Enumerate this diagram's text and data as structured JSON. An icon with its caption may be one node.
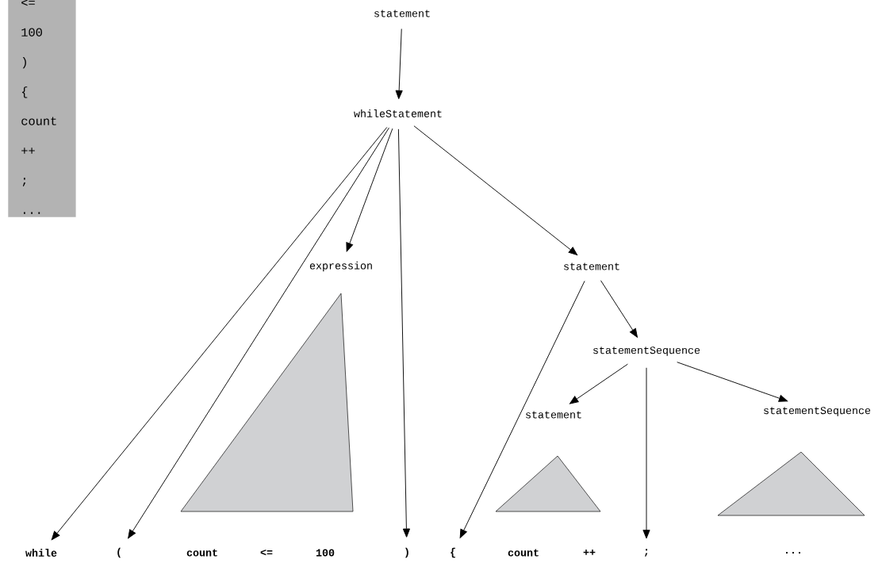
{
  "diagram": {
    "nodes": [
      {
        "text": [
          "<=",
          "100",
          ")",
          "{",
          "count",
          "++",
          ";",
          "..."
        ]
      },
      {
        "text": [
          "statement"
        ]
      },
      {
        "text": [
          "whileStatement"
        ]
      },
      {
        "text": [
          "expression"
        ]
      },
      {
        "text": [
          "statement"
        ]
      },
      {
        "text": [
          "statementSequence"
        ]
      },
      {
        "text": [
          "statement"
        ]
      },
      {
        "text": [
          "statementSequence"
        ]
      },
      {
        "text": [
          "while"
        ]
      },
      {
        "text": [
          "("
        ]
      },
      {
        "text": [
          ")"
        ]
      },
      {
        "text": [
          "{"
        ]
      },
      {
        "text": [
          ";"
        ]
      },
      {
        "text": [],
        "shape": "triangle"
      },
      {
        "text": [],
        "shape": "triangle"
      },
      {
        "text": [],
        "shape": "triangle"
      }
    ],
    "edges": [
      {
        "from": 1,
        "to": 2,
        "arrow": "to"
      },
      {
        "from": 2,
        "to": 8,
        "arrow": "to"
      },
      {
        "from": 2,
        "to": 9,
        "arrow": "to"
      },
      {
        "from": 2,
        "to": 3,
        "arrow": "to"
      },
      {
        "from": 2,
        "to": 10,
        "arrow": "to"
      },
      {
        "from": 2,
        "to": 4,
        "arrow": "to"
      },
      {
        "from": 4,
        "to": 11,
        "arrow": "to"
      },
      {
        "from": 4,
        "to": 5,
        "arrow": "to"
      },
      {
        "from": 5,
        "to": 6,
        "arrow": "to"
      },
      {
        "from": 5,
        "to": 12,
        "arrow": "to"
      },
      {
        "from": 5,
        "to": 7,
        "arrow": "to"
      }
    ],
    "labels": [
      "count",
      "<=",
      "100",
      "count",
      "++",
      "..."
    ]
  }
}
